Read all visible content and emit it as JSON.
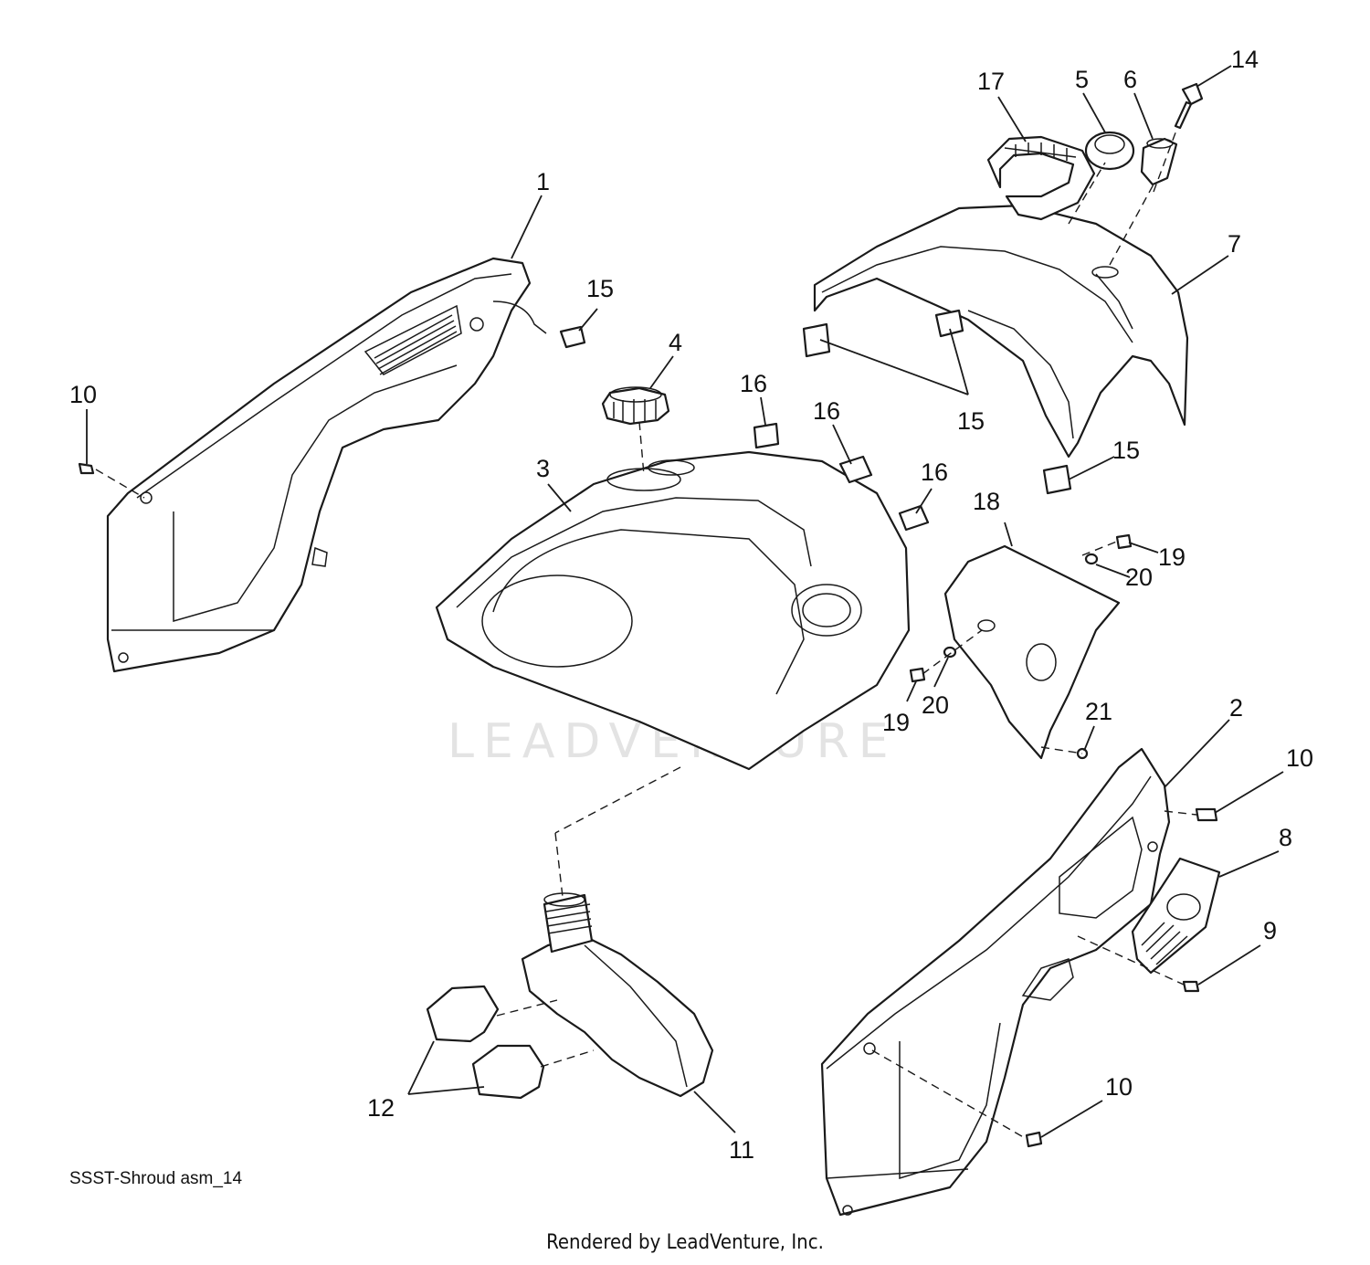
{
  "diagram": {
    "caption": "SSST-Shroud asm_14",
    "footer": "Rendered by LeadVenture, Inc.",
    "watermark": "LEADVENTURE",
    "callouts": {
      "c1": "1",
      "c2": "2",
      "c3": "3",
      "c4": "4",
      "c5": "5",
      "c6": "6",
      "c7": "7",
      "c8": "8",
      "c9": "9",
      "c10": "10",
      "c11": "11",
      "c12": "12",
      "c14": "14",
      "c15": "15",
      "c16": "16",
      "c17": "17",
      "c18": "18",
      "c19": "19",
      "c20": "20",
      "c21": "21"
    }
  }
}
